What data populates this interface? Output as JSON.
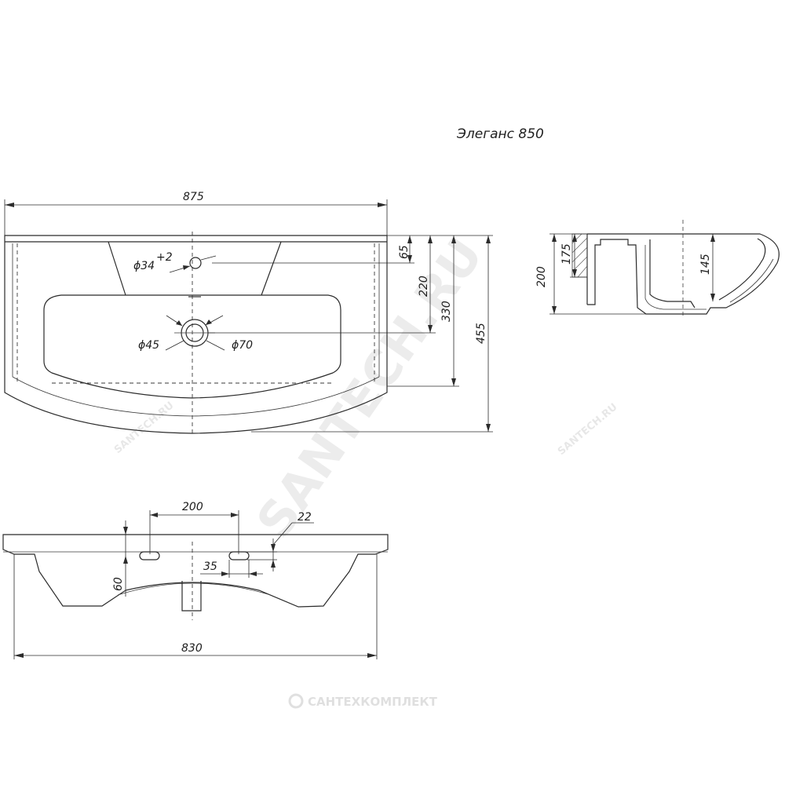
{
  "title": "Элеганс 850",
  "dimensions": {
    "total_width": "875",
    "height_65": "65",
    "height_220": "220",
    "height_330": "330",
    "height_455": "455",
    "tap_hole": "ϕ34",
    "tap_hole_tolerance": "+2",
    "drain_inner": "ϕ45",
    "drain_outer": "ϕ70",
    "side_175": "175",
    "side_200": "200",
    "side_145": "145",
    "mount_spacing": "200",
    "mount_slot": "22",
    "mount_offset": "35",
    "mount_height": "60",
    "bottom_width": "830"
  },
  "watermarks": {
    "main": "SANTECH.RU",
    "side_small": "SANTECH.RU",
    "left_small": "SANTECH.RU",
    "footer": "САНТЕХКОМПЛЕКТ"
  }
}
